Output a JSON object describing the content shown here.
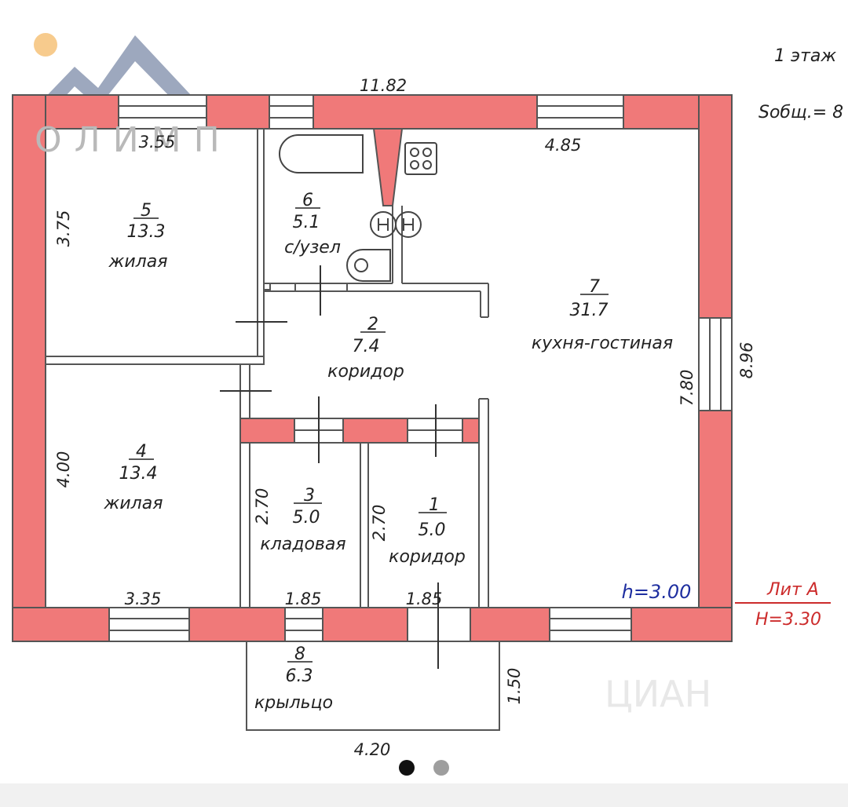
{
  "header": {
    "floor": "1 этаж",
    "total_area": "Sобщ.= 8"
  },
  "watermark": {
    "brand": "ОЛИМП",
    "site": "ЦИАН"
  },
  "colors": {
    "wall": "#f07979",
    "line": "#555555",
    "annotation_blue": "#1f2fa0",
    "annotation_red": "#cc2b2b"
  },
  "rooms": [
    {
      "number": "5",
      "area": "13.3",
      "name": "жилая"
    },
    {
      "number": "6",
      "area": "5.1",
      "name": "с/узел"
    },
    {
      "number": "2",
      "area": "7.4",
      "name": "коридор"
    },
    {
      "number": "7",
      "area": "31.7",
      "name": "кухня-гостиная"
    },
    {
      "number": "4",
      "area": "13.4",
      "name": "жилая"
    },
    {
      "number": "3",
      "area": "5.0",
      "name": "кладовая"
    },
    {
      "number": "1",
      "area": "5.0",
      "name": "коридор"
    },
    {
      "number": "8",
      "area": "6.3",
      "name": "крыльцо"
    }
  ],
  "dimensions": {
    "top_total": "11.82",
    "room5_width": "3.55",
    "kitchen_width": "4.85",
    "room5_height": "3.75",
    "room4_height": "4.00",
    "kitchen_height": "7.80",
    "right_total": "8.96",
    "room3_height": "2.70",
    "room1_height": "2.70",
    "room4_width": "3.35",
    "room3_width": "1.85",
    "room1_width": "1.85",
    "porch_depth": "1.50",
    "porch_width": "4.20"
  },
  "heights": {
    "room": "h=3.00",
    "lit": "Лит А",
    "building": "H=3.30"
  },
  "pagination": {
    "active": "#111111",
    "inactive": "#9e9e9e"
  }
}
